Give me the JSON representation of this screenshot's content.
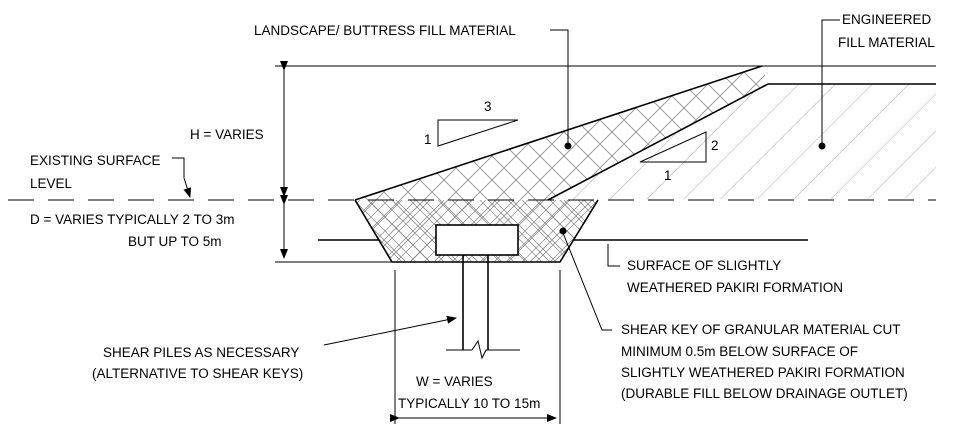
{
  "labels": {
    "landscape_fill": "LANDSCAPE/ BUTTRESS FILL MATERIAL",
    "engineered_fill_line1": "ENGINEERED",
    "engineered_fill_line2": "FILL MATERIAL",
    "h_varies": "H = VARIES",
    "existing_surface_line1": "EXISTING SURFACE",
    "existing_surface_line2": "LEVEL",
    "d_varies_line1": "D = VARIES TYPICALLY 2 TO 3m",
    "d_varies_line2": "BUT UP TO 5m",
    "slope_buttress_rise": "1",
    "slope_buttress_run": "3",
    "slope_engineered_rise": "2",
    "slope_engineered_run": "1",
    "surface_line1": "SURFACE OF SLIGHTLY",
    "surface_line2": "WEATHERED PAKIRI FORMATION",
    "shear_key_line1": "SHEAR KEY OF GRANULAR MATERIAL CUT",
    "shear_key_line2": "MINIMUM 0.5m BELOW SURFACE OF",
    "shear_key_line3": "SLIGHTLY WEATHERED PAKIRI FORMATION",
    "shear_key_line4": "(DURABLE FILL BELOW DRAINAGE OUTLET)",
    "shear_piles_line1": "SHEAR PILES AS NECESSARY",
    "shear_piles_line2": "(ALTERNATIVE TO SHEAR KEYS)",
    "w_varies_line1": "W = VARIES",
    "w_varies_line2": "TYPICALLY 10 TO 15m"
  }
}
